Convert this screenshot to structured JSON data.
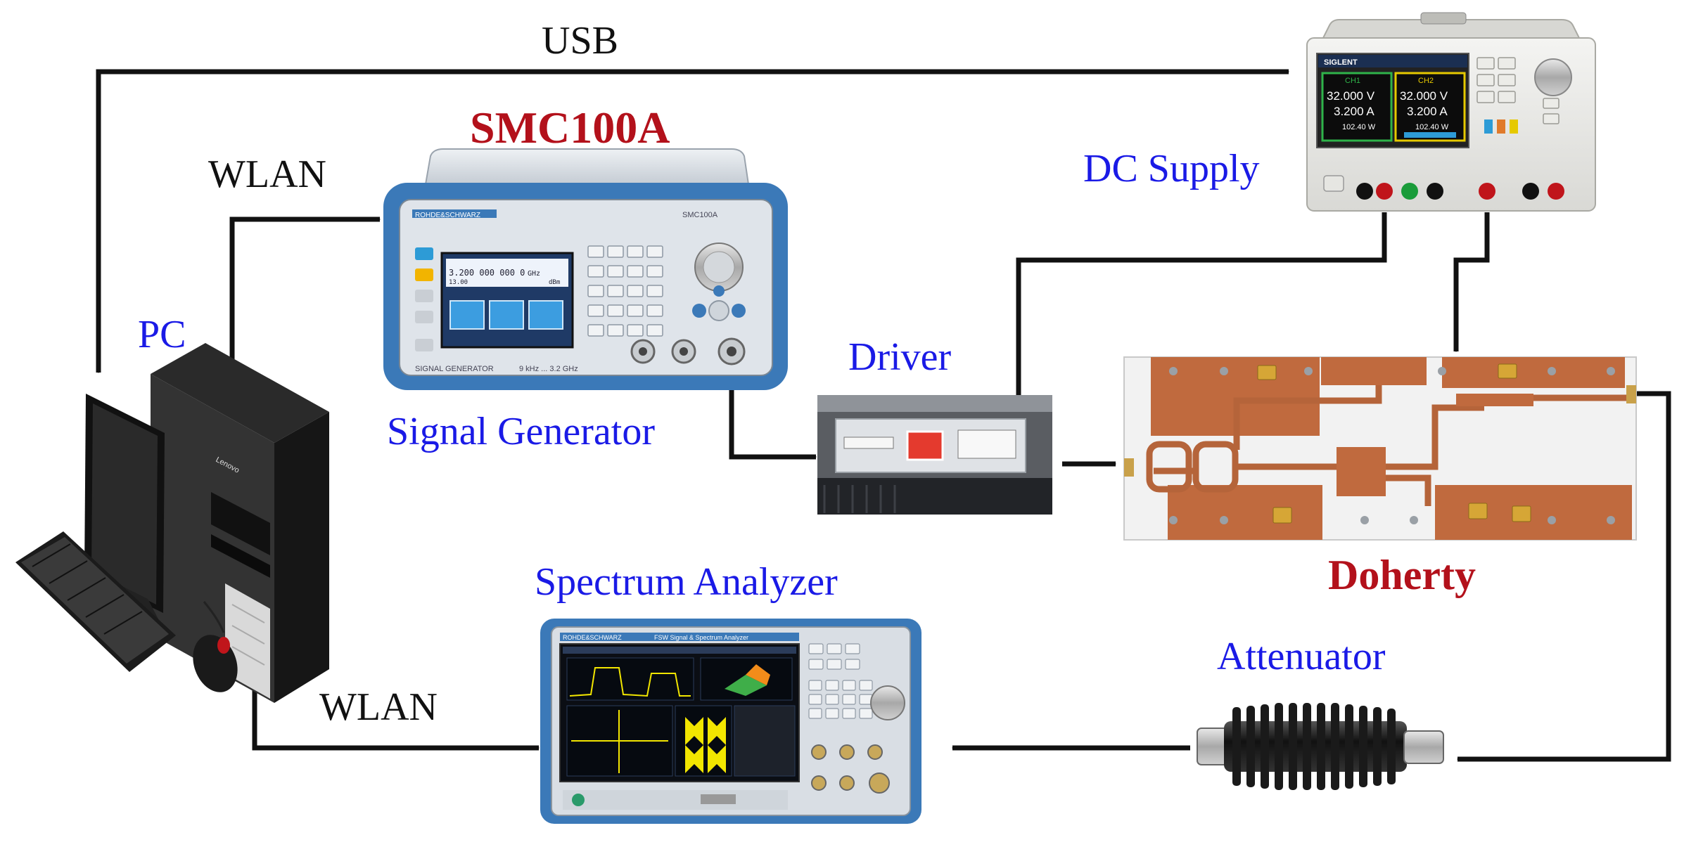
{
  "colors": {
    "connector": "#111111",
    "device_label": "#1a1ae6",
    "highlight_label": "#b3111b",
    "interface_label": "#111111",
    "pcb_copper": "#b5643a",
    "pcb_board": "#f2f2f2",
    "rs_blue": "#3b79b8"
  },
  "labels": {
    "usb": "USB",
    "wlan_top": "WLAN",
    "wlan_bottom": "WLAN",
    "smc": "SMC100A",
    "signal_generator": "Signal Generator",
    "dc_supply": "DC Supply",
    "pc": "PC",
    "driver": "Driver",
    "doherty": "Doherty",
    "spectrum_analyzer": "Spectrum Analyzer",
    "attenuator": "Attenuator"
  },
  "dc_supply": {
    "brand": "SIGLENT",
    "ch1": {
      "name": "CH1",
      "voltage": "32.000 V",
      "current": "3.200 A",
      "power": "102.40 W"
    },
    "ch2": {
      "name": "CH2",
      "voltage": "32.000 V",
      "current": "3.200 A",
      "power": "102.40 W"
    }
  },
  "signal_generator": {
    "brand": "ROHDE&SCHWARZ",
    "model": "SMC100A",
    "freq": "3.200 000 000 0",
    "freq_unit": "GHz",
    "level": "13.00",
    "level_unit": "dBm",
    "footer": "SIGNAL GENERATOR",
    "range": "9 kHz ... 3.2 GHz"
  },
  "spectrum_analyzer": {
    "brand": "ROHDE&SCHWARZ",
    "title": "FSW  Signal & Spectrum Analyzer"
  },
  "pc": {
    "brand": "Lenovo"
  }
}
